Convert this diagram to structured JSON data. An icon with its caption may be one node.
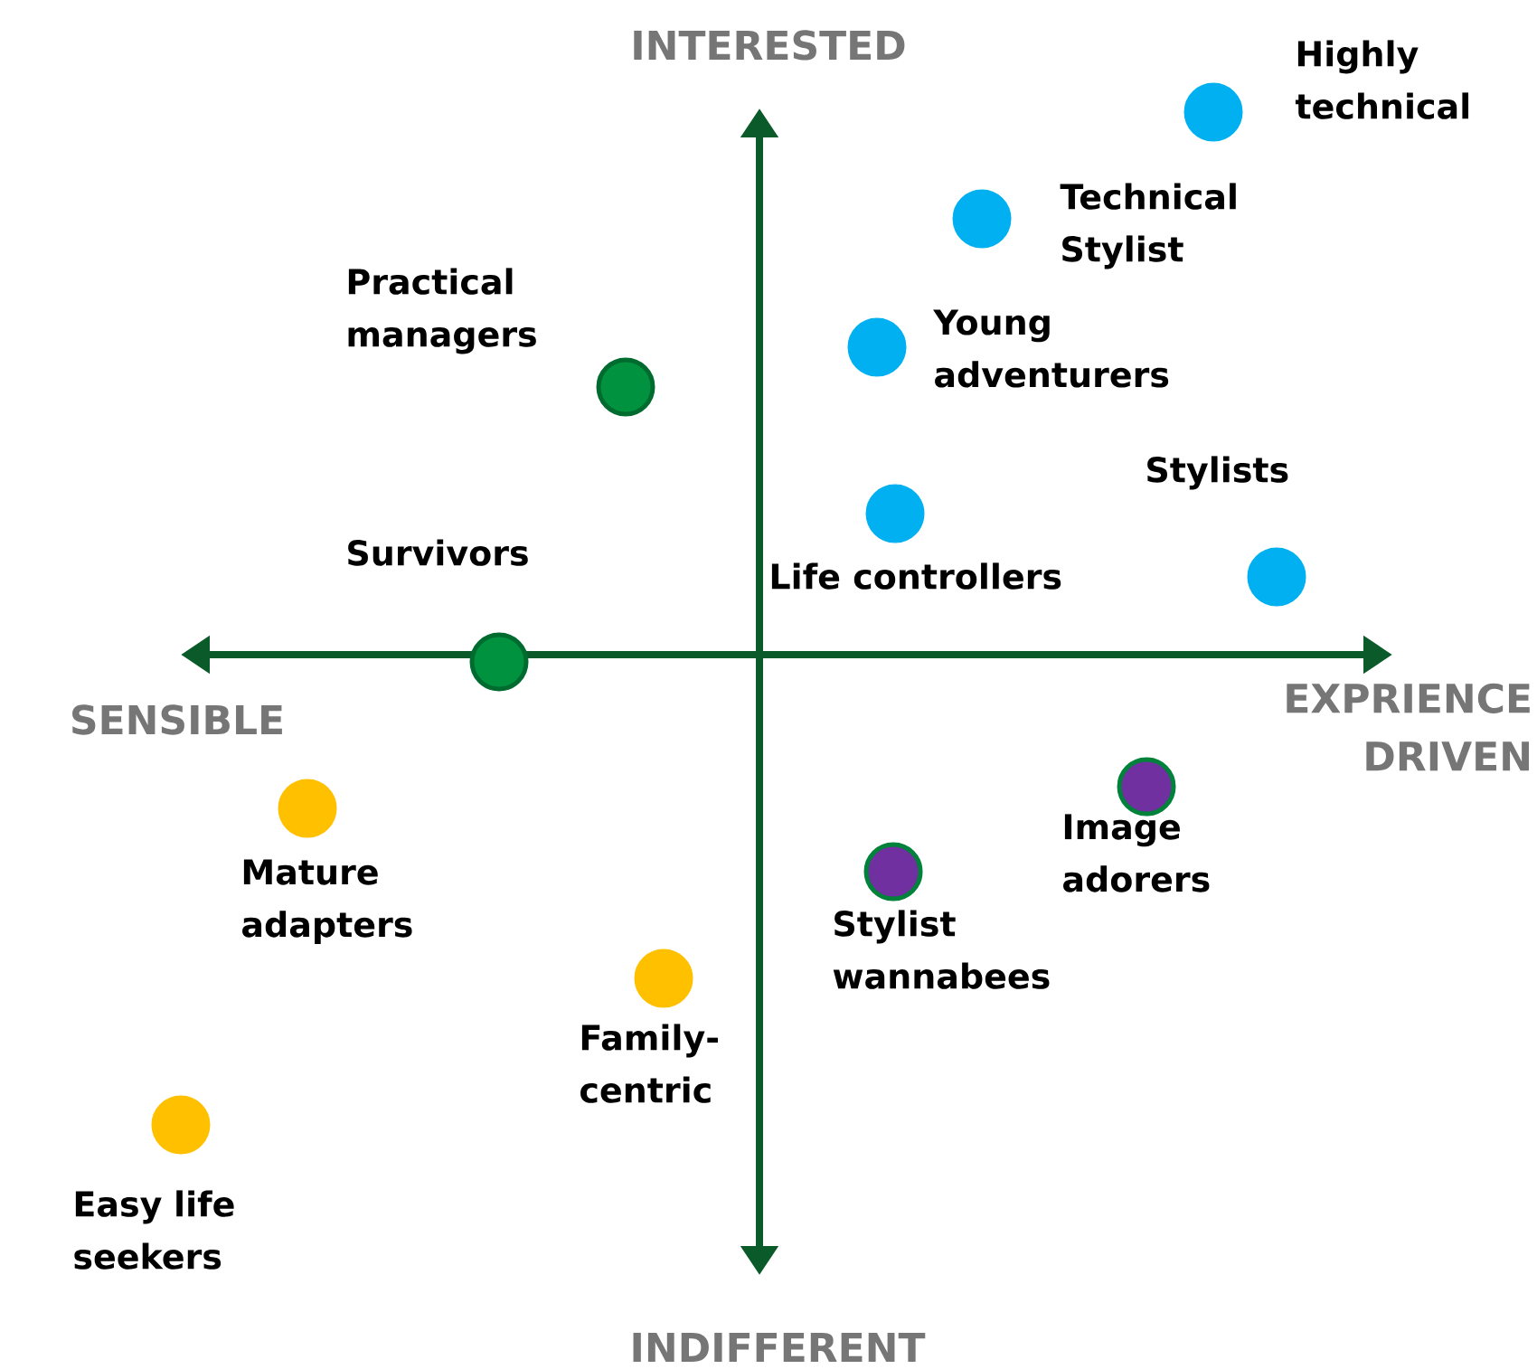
{
  "diagram": {
    "nodes": [
      {
        "text": [],
        "shape": "circle",
        "beside": [
          "Highly technical"
        ]
      },
      {
        "text": [],
        "shape": "circle",
        "beside": [
          "Technical Stylist"
        ]
      },
      {
        "text": [],
        "shape": "circle",
        "beside": [
          "Practical managers"
        ]
      },
      {
        "text": [],
        "shape": "circle",
        "beside": [
          "Young adventurers"
        ]
      },
      {
        "text": [],
        "shape": "circle",
        "beside": [
          "Stylists"
        ]
      },
      {
        "text": [],
        "shape": "circle",
        "beside": [
          "Survivors"
        ]
      },
      {
        "text": [],
        "shape": "circle",
        "beside": [
          "Life controllers"
        ]
      },
      {
        "text": [],
        "shape": "circle",
        "beside": [
          "Mature adapters"
        ]
      },
      {
        "text": [],
        "shape": "circle",
        "beside": [
          "Image adorers"
        ]
      },
      {
        "text": [],
        "shape": "circle",
        "beside": [
          "Stylist wannabees"
        ]
      },
      {
        "text": [],
        "shape": "circle",
        "beside": [
          "Family-centric"
        ]
      },
      {
        "text": [],
        "shape": "circle",
        "beside": [
          "Easy life seekers"
        ]
      }
    ],
    "labels": [
      "INTERESTED",
      "SENSIBLE",
      "EXPRIENCE DRIVEN",
      "INDIFFERENT"
    ]
  }
}
